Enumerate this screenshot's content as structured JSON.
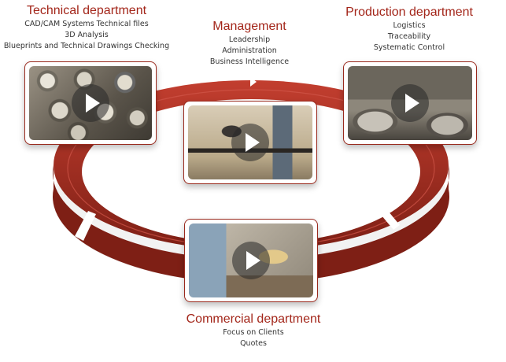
{
  "departments": {
    "technical": {
      "title": "Technical department",
      "lines": [
        "CAD/CAM Systems Technical files",
        "3D Analysis",
        "Blueprints and Technical Drawings Checking"
      ]
    },
    "management": {
      "title": "Management",
      "lines": [
        "Leadership",
        "Administration",
        "Business Intelligence"
      ]
    },
    "production": {
      "title": "Production department",
      "lines": [
        "Logistics",
        "Traceability",
        "Systematic Control"
      ]
    },
    "commercial": {
      "title": "Commercial department",
      "lines": [
        "Focus on Clients",
        "Quotes"
      ]
    }
  },
  "colors": {
    "accent": "#a3261a",
    "ring_light": "#b8392b",
    "ring_dark": "#7e1f15"
  },
  "icons": [
    "play-icon"
  ]
}
